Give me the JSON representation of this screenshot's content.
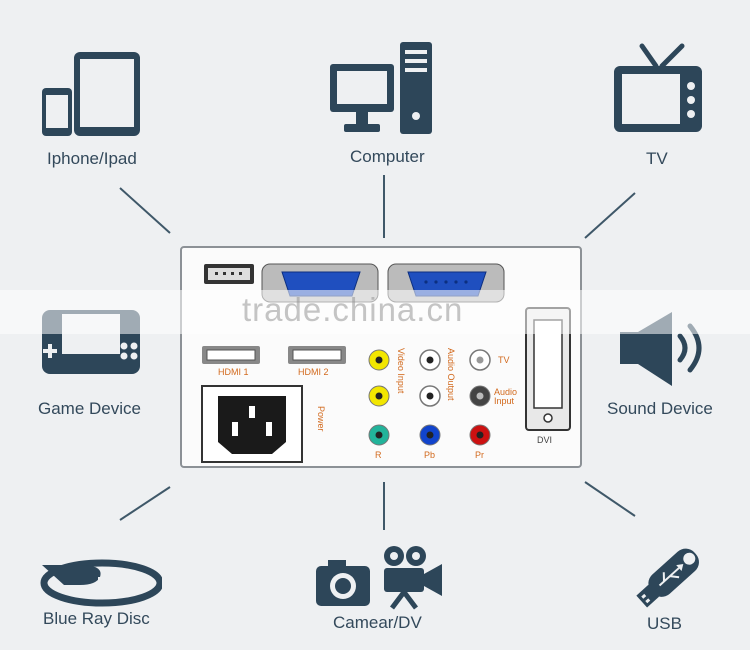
{
  "devices": {
    "iphone": "Iphone/Ipad",
    "computer": "Computer",
    "tv": "TV",
    "game": "Game Device",
    "sound": "Sound Device",
    "bluray": "Blue Ray Disc",
    "camera": "Camear/DV",
    "usb": "USB"
  },
  "panel": {
    "hdmi1": "HDMI 1",
    "hdmi2": "HDMI 2",
    "power": "Power",
    "video_input": "Video Input",
    "audio_output": "Audio Output",
    "tv": "TV",
    "audio_input": "Audio Input",
    "r": "R",
    "pb": "Pb",
    "pr": "Pr",
    "dvi": "DVI"
  },
  "watermark": "trade.china.cn",
  "colors": {
    "icon": "#2d4659",
    "accent_orange": "#d26a1e",
    "vga_blue": "#1f4fbf",
    "yellow": "#f2e600",
    "teal": "#22b39a",
    "blue": "#1144cc",
    "red": "#cc1111"
  }
}
